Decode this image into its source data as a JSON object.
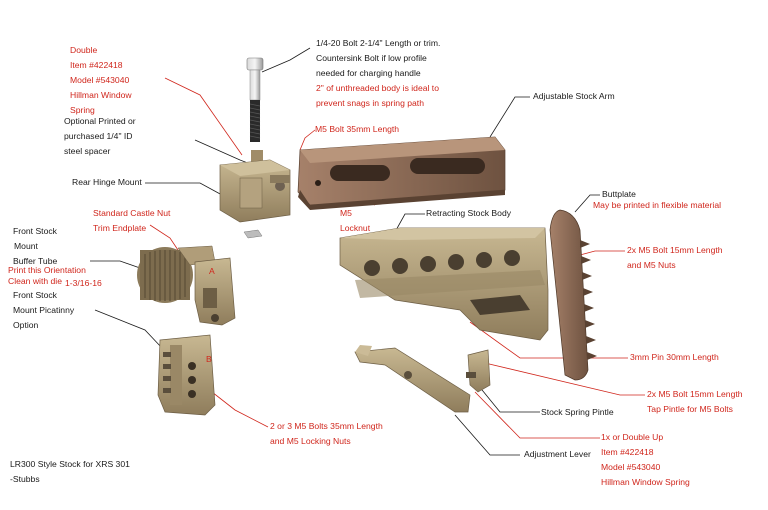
{
  "labels": {
    "double_spring": [
      "Double",
      "Item #422418",
      "Model #543040",
      "Hillman Window",
      "Spring"
    ],
    "spacer": [
      "Optional Printed or",
      "purchased 1/4\" ID",
      "steel spacer"
    ],
    "rear_hinge": "Rear Hinge Mount",
    "castle_nut": [
      "Standard Castle Nut",
      "Trim Endplate"
    ],
    "front_stock_mount": [
      "Front Stock",
      "Mount"
    ],
    "buffer_tube": "Buffer Tube",
    "print_orientation": [
      "Print this Orientation",
      "Clean with die"
    ],
    "die_size": "1-3/16-16",
    "front_picatinny": [
      "Front Stock",
      "Mount Picatinny",
      "Option"
    ],
    "part_a": "A",
    "part_b": "B",
    "locking_nuts": [
      "2 or 3 M5 Bolts 35mm Length",
      "and M5 Locking Nuts"
    ],
    "footer": [
      "LR300 Style Stock for XRS 301",
      "-Stubbs"
    ],
    "bolt_desc": [
      "1/4-20 Bolt 2-1/4\" Length or trim.",
      "Countersink Bolt if low profile",
      "needed for charging handle"
    ],
    "bolt_note": [
      "2\" of unthreaded body is ideal to",
      "prevent snags in spring path"
    ],
    "adj_arm": "Adjustable Stock Arm",
    "m5_bolt": "M5 Bolt 35mm Length",
    "m5_locknut": [
      "M5",
      "Locknut"
    ],
    "retracting_body": "Retracting Stock Body",
    "buttplate": "Buttplate",
    "buttplate_note": "May be printed in flexible material",
    "buttplate_bolts": [
      "2x M5 Bolt 15mm Length",
      "and M5 Nuts"
    ],
    "pin": "3mm Pin 30mm Length",
    "pintle_bolts": [
      "2x M5 Bolt 15mm Length",
      "Tap Pintle for M5 Bolts"
    ],
    "spring_pintle": "Stock Spring Pintle",
    "spring_double": [
      "1x or Double Up",
      "Item #422418",
      "Model #543040",
      "Hillman Window Spring"
    ],
    "adj_lever": "Adjustment Lever"
  },
  "colors": {
    "part_tan": "#a89672",
    "part_dark": "#7d6d50",
    "part_copper": "#8a6a52",
    "label_red": "#d0261c",
    "label_black": "#1a1a1a"
  }
}
